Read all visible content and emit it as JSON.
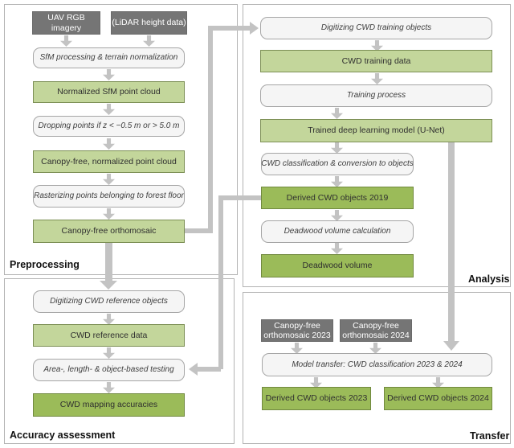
{
  "diagram_title": "CWD mapping workflow",
  "panels": {
    "preprocessing": {
      "label": "Preprocessing",
      "boxes": {
        "uav": "UAV RGB imagery",
        "lidar": "(LiDAR height data)",
        "sfm": "SfM processing & terrain normalization",
        "normalized_cloud": "Normalized SfM point cloud",
        "dropping": "Dropping points if z < −0.5 m or > 5.0 m",
        "canopy_free_cloud": "Canopy-free, normalized point cloud",
        "rasterizing": "Rasterizing points belonging to forest floor",
        "orthomosaic": "Canopy-free orthomosaic"
      }
    },
    "analysis": {
      "label": "Analysis",
      "boxes": {
        "digitizing_training": "Digitizing CWD training objects",
        "training_data": "CWD training data",
        "training_process": "Training process",
        "trained_model": "Trained deep learning model (U-Net)",
        "classification": "CWD classification & conversion to objects",
        "derived_2019": "Derived CWD objects 2019",
        "volume_calc": "Deadwood volume calculation",
        "volume": "Deadwood volume"
      }
    },
    "accuracy": {
      "label": "Accuracy assessment",
      "boxes": {
        "digitizing_reference": "Digitizing CWD reference objects",
        "reference_data": "CWD reference data",
        "testing": "Area-, length- & object-based testing",
        "accuracies": "CWD mapping accuracies"
      }
    },
    "transfer": {
      "label": "Transfer",
      "boxes": {
        "ortho_2023": "Canopy-free orthomosaic 2023",
        "ortho_2024": "Canopy-free orthomosaic 2024",
        "model_transfer": "Model transfer: CWD classification 2023 & 2024",
        "derived_2023": "Derived CWD objects 2023",
        "derived_2024": "Derived CWD objects 2024"
      }
    }
  },
  "colors": {
    "input_gray": "#757575",
    "data_green_light": "#c3d69b",
    "result_green_dark": "#9bbb59",
    "process_fill": "#f5f5f5",
    "arrow_gray": "#c3c3c3",
    "panel_border": "#b3b3b3"
  }
}
